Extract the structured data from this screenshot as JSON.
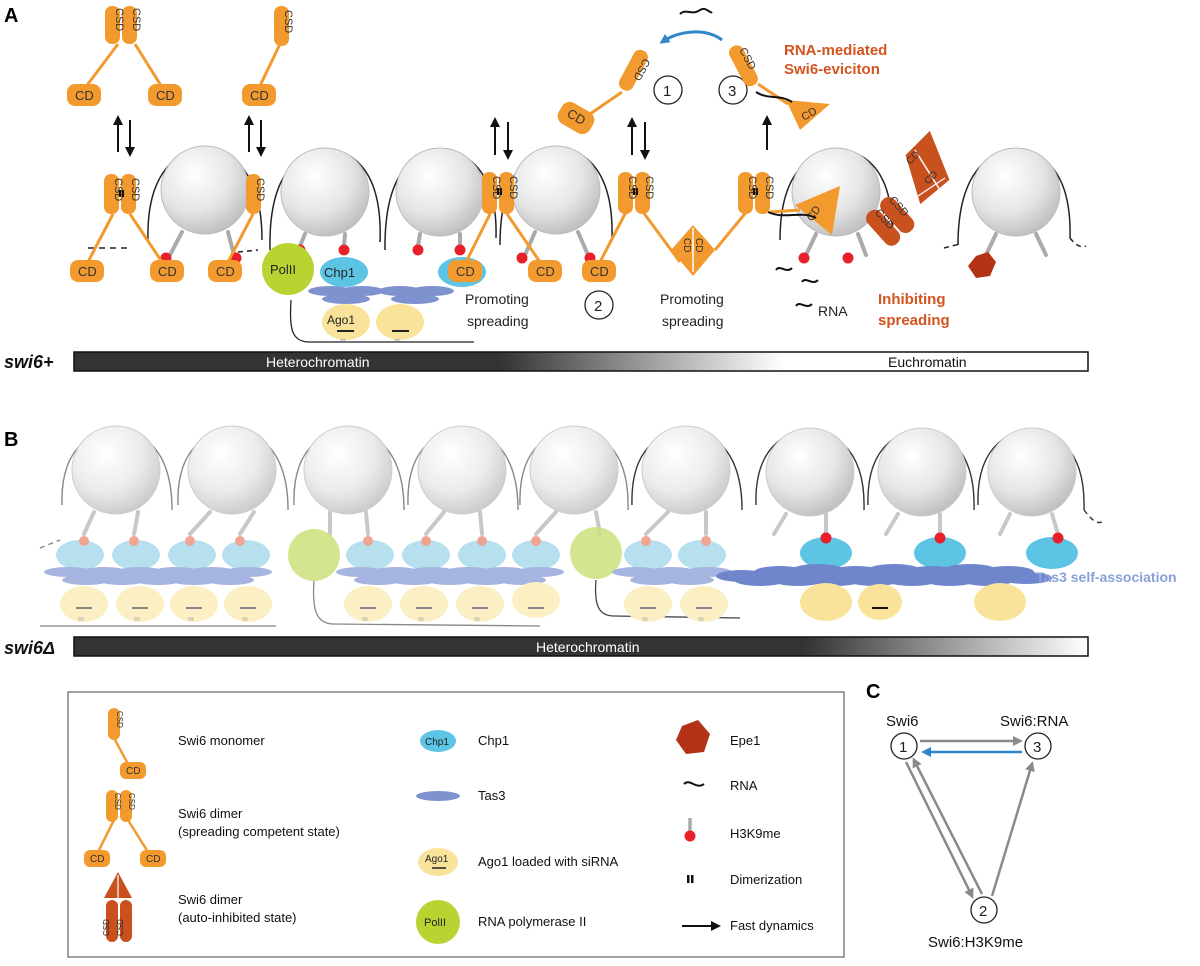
{
  "panel_labels": {
    "a": "A",
    "b": "B",
    "c": "C"
  },
  "csd": "CSD",
  "cd": "CD",
  "polii": "PolII",
  "chp1": "Chp1",
  "ago1": "Ago1",
  "panel_a": {
    "rna_eviction_line1": "RNA-mediated",
    "rna_eviction_line2": "Swi6-eviciton",
    "state1": "1",
    "state2": "2",
    "state3": "3",
    "promoting1_line1": "Promoting",
    "promoting1_line2": "spreading",
    "promoting2_line1": "Promoting",
    "promoting2_line2": "spreading",
    "rna_label": "RNA",
    "inhibiting_line1": "Inhibiting",
    "inhibiting_line2": "spreading",
    "genotype": "swi6+",
    "hetero_label": "Heterochromatin",
    "eu_label": "Euchromatin"
  },
  "panel_b": {
    "tas3_label": "Tas3 self-association",
    "genotype": "swi6Δ",
    "hetero_label": "Heterochromatin"
  },
  "legend": {
    "swi6_monomer": "Swi6 monomer",
    "swi6_dimer_line1": "Swi6 dimer",
    "swi6_dimer_line2": "(spreading competent state)",
    "swi6_dimer_auto_line1": "Swi6 dimer",
    "swi6_dimer_auto_line2": "(auto-inhibited state)",
    "chp1": "Chp1",
    "tas3": "Tas3",
    "ago1_loaded": "Ago1 loaded with siRNA",
    "rnap2": "RNA polymerase II",
    "epe1": "Epe1",
    "rna": "RNA",
    "h3k9me": "H3K9me",
    "dimerization": "Dimerization",
    "fast_dynamics": "Fast dynamics"
  },
  "panel_c": {
    "node1_label": "Swi6",
    "node2_label": "Swi6:H3K9me",
    "node3_label": "Swi6:RNA",
    "n1": "1",
    "n2": "2",
    "n3": "3"
  },
  "colors": {
    "swi6_orange": "#f29a2e",
    "swi6_dark": "#c9511e",
    "h3k9me_red": "#e8202a",
    "chp1_blue": "#5ec4e3",
    "tas3_blue": "#7e92d0",
    "ago1_yellow": "#f9e39a",
    "polii_green": "#b8d433",
    "epe1_red": "#b23315",
    "eviction_text": "#d4541f",
    "tas3_text": "#8aa0d8",
    "blue_arrow": "#2f86c8"
  }
}
